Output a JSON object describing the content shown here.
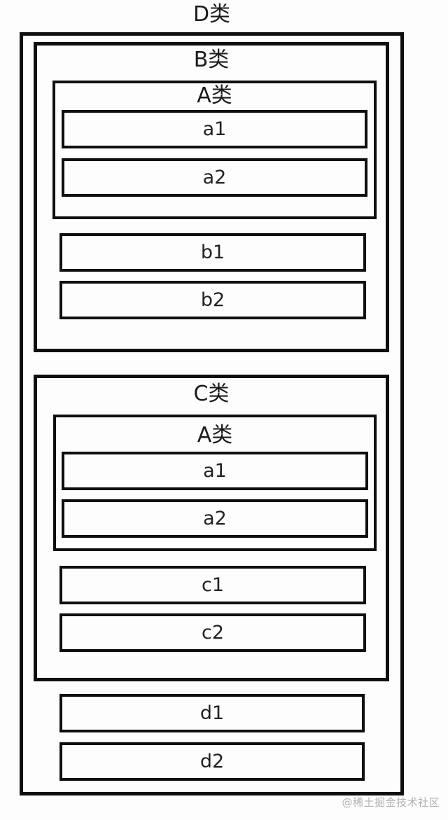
{
  "diagram": {
    "title": "D类",
    "b_section": {
      "label": "B类",
      "a_nested": {
        "label": "A类",
        "items": [
          "a1",
          "a2"
        ]
      },
      "items": [
        "b1",
        "b2"
      ]
    },
    "c_section": {
      "label": "C类",
      "a_nested": {
        "label": "A类",
        "items": [
          "a1",
          "a2"
        ]
      },
      "items": [
        "c1",
        "c2"
      ]
    },
    "d_items": [
      "d1",
      "d2"
    ]
  },
  "watermark": "@稀土掘金技术社区",
  "colors": {
    "border": "#0f0f0f",
    "text": "#1b1b1b",
    "background": "#fdfdfd",
    "watermark": "#b2b0b0"
  }
}
